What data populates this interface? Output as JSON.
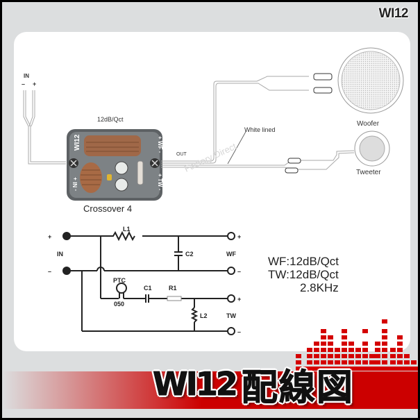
{
  "header": {
    "model_badge": "WI12"
  },
  "wiring": {
    "input_label": "IN",
    "input_minus": "–",
    "input_plus": "+",
    "slope_label": "12dB/Qct",
    "device_name": "Crossover 4",
    "device_model": "WI12",
    "device_in_terminal": "- NI +",
    "device_wf_terminal": "+ WF -",
    "device_tw_terminal": "+ TW -",
    "out_label": "OUT",
    "cable_note": "White lined",
    "woofer_label": "Woofer",
    "tweeter_label": "Tweeter",
    "watermark": "Factory Direct"
  },
  "schematic": {
    "in_plus": "+",
    "in_minus": "–",
    "in_label": "IN",
    "components": {
      "L1": "L1",
      "C2": "C2",
      "PTC": "PTC",
      "PTC_value": "050",
      "C1": "C1",
      "R1": "R1",
      "L2": "L2"
    },
    "wf_label": "WF",
    "tw_label": "TW",
    "out_plus": "+",
    "out_minus": "–"
  },
  "specs": {
    "line1": "WF:12dB/Qct",
    "line2": "TW:12dB/Qct",
    "line3": "2.8KHz"
  },
  "banner": {
    "model": "WI12",
    "title_jp": "配線図"
  },
  "colors": {
    "frame_bg": "#dcdedf",
    "panel_bg": "#ffffff",
    "accent_red": "#cc0000",
    "line": "#222222"
  }
}
